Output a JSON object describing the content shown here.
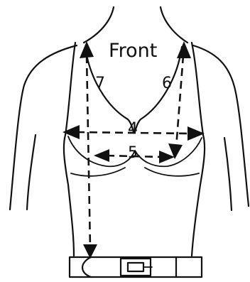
{
  "diagram": {
    "view_label": "Front",
    "measurements": [
      {
        "number": "7"
      },
      {
        "number": "6"
      },
      {
        "number": "4"
      },
      {
        "number": "5"
      }
    ]
  }
}
